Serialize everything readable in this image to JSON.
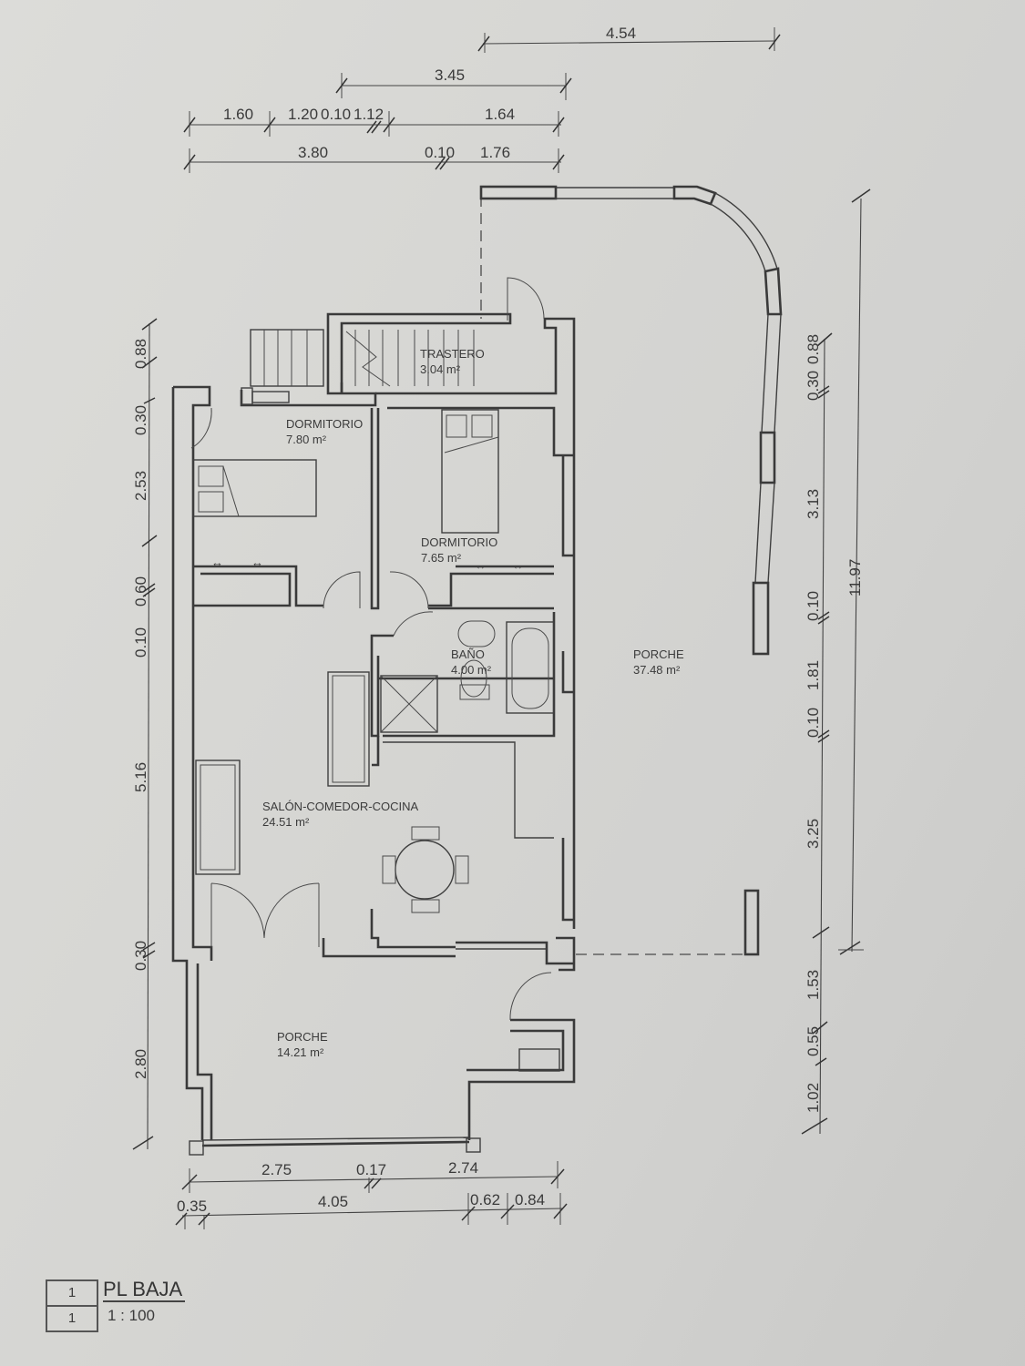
{
  "plan": {
    "title": "PL BAJA",
    "scale": "1 : 100",
    "sheet_number": "1",
    "view_number": "1"
  },
  "rooms": [
    {
      "name": "TRASTERO",
      "area": "3.04 m²"
    },
    {
      "name": "DORMITORIO",
      "area": "7.80 m²"
    },
    {
      "name": "DORMITORIO",
      "area": "7.65 m²"
    },
    {
      "name": "BAÑO",
      "area": "4.00 m²"
    },
    {
      "name": "PORCHE",
      "area": "37.48 m²"
    },
    {
      "name": "SALÓN-COMEDOR-COCINA",
      "area": "24.51 m²"
    },
    {
      "name": "PORCHE",
      "area": "14.21 m²"
    }
  ],
  "dimensions": {
    "top": {
      "row1": [
        "4.54"
      ],
      "row2": [
        "3.45"
      ],
      "row3": [
        "1.60",
        "1.20",
        "0.10",
        "1.12",
        "1.64"
      ],
      "row4": [
        "3.80",
        "0.10",
        "1.76"
      ]
    },
    "left": [
      "0.88",
      "0.30",
      "2.53",
      "0.60",
      "0.10",
      "5.16",
      "0.30",
      "2.80"
    ],
    "right_chain": [
      "0.88",
      "0.30",
      "3.13",
      "0.10",
      "1.81",
      "0.10",
      "3.25",
      "1.53",
      "0.55",
      "1.02"
    ],
    "right_total": "11.97",
    "bottom": {
      "row1": [
        "2.75",
        "0.17",
        "2.74"
      ],
      "row2": [
        "0.35",
        "4.05",
        "0.62",
        "0.84"
      ]
    }
  },
  "colors": {
    "paper": "#d6d6d3",
    "ink": "#3a3a3a"
  }
}
